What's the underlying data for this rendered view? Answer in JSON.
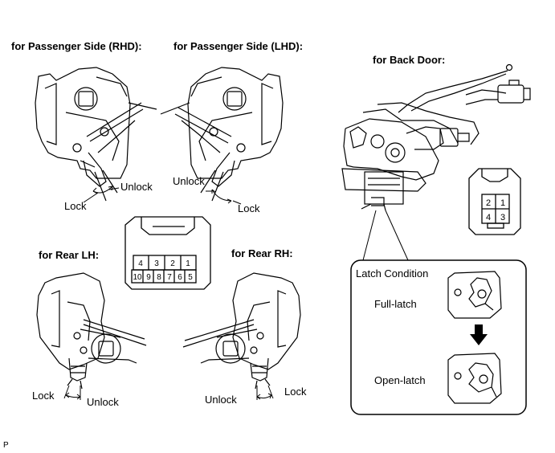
{
  "titles": {
    "rhd": "for Passenger Side (RHD):",
    "lhd": "for Passenger Side (LHD):",
    "back_door": "for Back Door:",
    "rear_lh": "for Rear LH:",
    "rear_rh": "for Rear RH:"
  },
  "rhd_labels": {
    "unlock": "Unlock",
    "lock": "Lock"
  },
  "lhd_labels": {
    "unlock": "Unlock",
    "lock": "Lock"
  },
  "rear_lh_labels": {
    "lock": "Lock",
    "unlock": "Unlock"
  },
  "rear_rh_labels": {
    "unlock": "Unlock",
    "lock": "Lock"
  },
  "connector_10pin": {
    "top_row": [
      "4",
      "3",
      "2",
      "1"
    ],
    "bottom_row": [
      "10",
      "9",
      "8",
      "7",
      "6",
      "5"
    ]
  },
  "connector_4pin": {
    "top_row": [
      "2",
      "1"
    ],
    "bottom_row": [
      "4",
      "3"
    ]
  },
  "latch_box": {
    "title": "Latch Condition",
    "full_latch": "Full-latch",
    "open_latch": "Open-latch"
  },
  "corner_mark": "P"
}
